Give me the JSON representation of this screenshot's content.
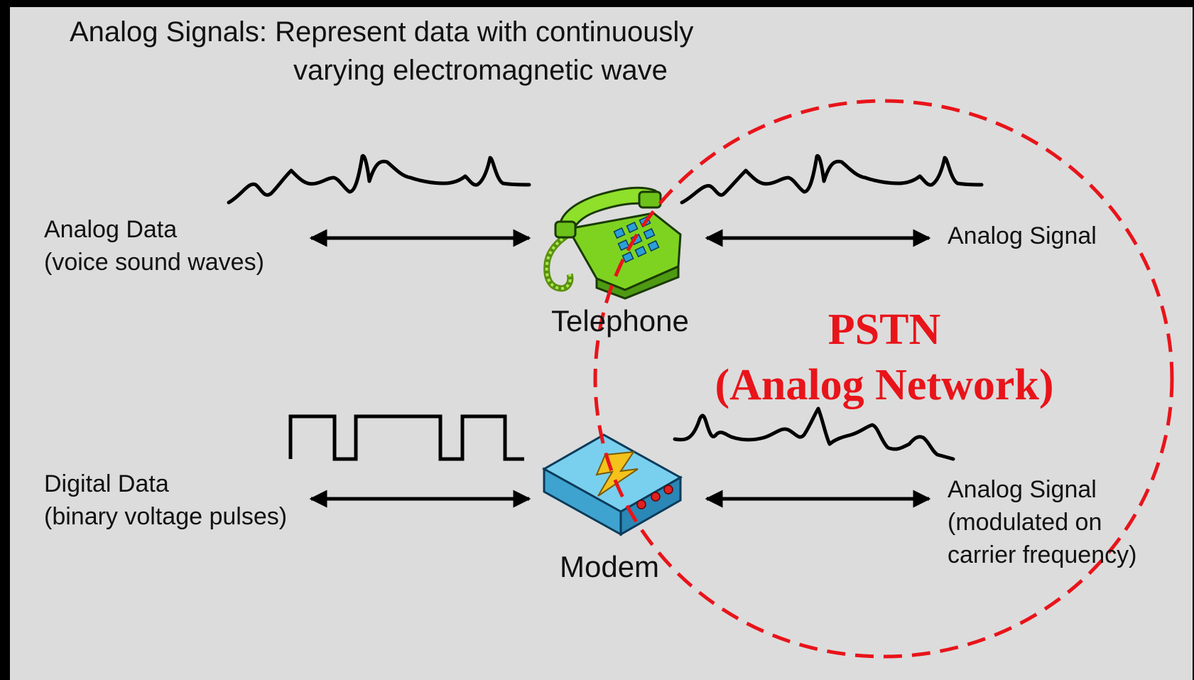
{
  "title": {
    "line1": "Analog Signals: Represent data with continuously",
    "line2": "varying electromagnetic wave"
  },
  "telephone_row": {
    "left_label_line1": "Analog Data",
    "left_label_line2": "(voice sound waves)",
    "device_label": "Telephone",
    "right_label": "Analog Signal"
  },
  "modem_row": {
    "left_label_line1": "Digital Data",
    "left_label_line2": "(binary voltage pulses)",
    "device_label": "Modem",
    "right_label_line1": "Analog Signal",
    "right_label_line2": "(modulated on",
    "right_label_line3": "carrier frequency)"
  },
  "network": {
    "line1": "PSTN",
    "line2": "(Analog Network)"
  },
  "colors": {
    "panel_background": "#dcdcdc",
    "frame": "#000000",
    "network_red": "#e8141a",
    "telephone_green": "#7ed321",
    "modem_blue": "#4fb6e0"
  },
  "icons": {
    "telephone": "telephone-icon",
    "modem": "modem-icon"
  }
}
